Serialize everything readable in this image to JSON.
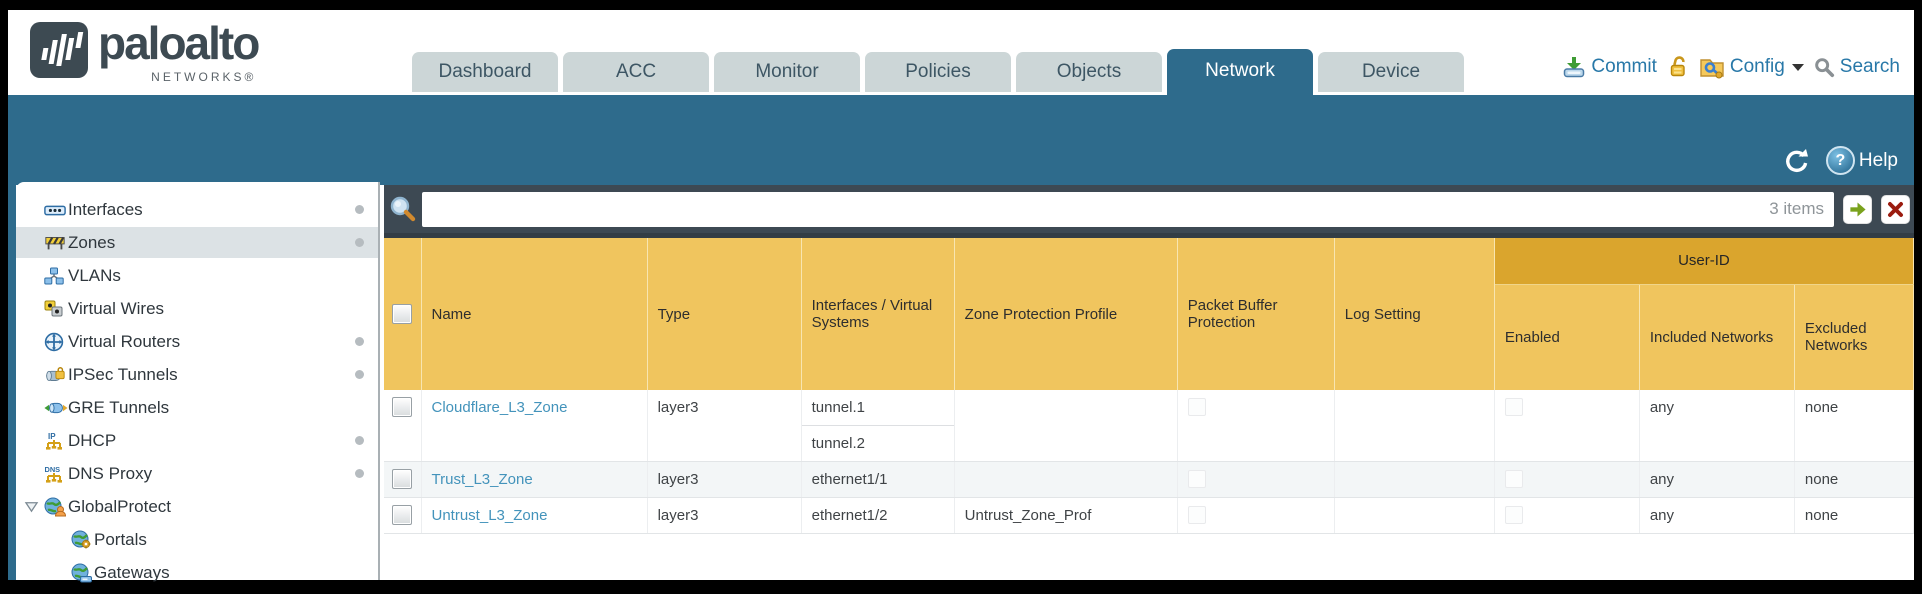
{
  "brand": {
    "name": "paloalto",
    "subtitle": "NETWORKS®"
  },
  "tabs": [
    {
      "label": "Dashboard",
      "active": false
    },
    {
      "label": "ACC",
      "active": false
    },
    {
      "label": "Monitor",
      "active": false
    },
    {
      "label": "Policies",
      "active": false
    },
    {
      "label": "Objects",
      "active": false
    },
    {
      "label": "Network",
      "active": true
    },
    {
      "label": "Device",
      "active": false
    }
  ],
  "header_actions": {
    "commit": "Commit",
    "config": "Config",
    "search": "Search"
  },
  "band": {
    "help": "Help"
  },
  "sidebar": [
    {
      "label": "Interfaces",
      "icon": "interfaces-icon",
      "dot": true,
      "selected": false,
      "indent": 0,
      "expander": false
    },
    {
      "label": "Zones",
      "icon": "zones-icon",
      "dot": true,
      "selected": true,
      "indent": 0,
      "expander": false
    },
    {
      "label": "VLANs",
      "icon": "vlans-icon",
      "dot": false,
      "selected": false,
      "indent": 0,
      "expander": false
    },
    {
      "label": "Virtual Wires",
      "icon": "virtual-wires-icon",
      "dot": false,
      "selected": false,
      "indent": 0,
      "expander": false
    },
    {
      "label": "Virtual Routers",
      "icon": "virtual-routers-icon",
      "dot": true,
      "selected": false,
      "indent": 0,
      "expander": false
    },
    {
      "label": "IPSec Tunnels",
      "icon": "ipsec-tunnels-icon",
      "dot": true,
      "selected": false,
      "indent": 0,
      "expander": false
    },
    {
      "label": "GRE Tunnels",
      "icon": "gre-tunnels-icon",
      "dot": false,
      "selected": false,
      "indent": 0,
      "expander": false
    },
    {
      "label": "DHCP",
      "icon": "dhcp-icon",
      "dot": true,
      "selected": false,
      "indent": 0,
      "expander": false
    },
    {
      "label": "DNS Proxy",
      "icon": "dns-proxy-icon",
      "dot": true,
      "selected": false,
      "indent": 0,
      "expander": false
    },
    {
      "label": "GlobalProtect",
      "icon": "globalprotect-icon",
      "dot": false,
      "selected": false,
      "indent": 0,
      "expander": true
    },
    {
      "label": "Portals",
      "icon": "portals-icon",
      "dot": false,
      "selected": false,
      "indent": 1,
      "expander": false
    },
    {
      "label": "Gateways",
      "icon": "gateways-icon",
      "dot": false,
      "selected": false,
      "indent": 1,
      "expander": false
    }
  ],
  "toolbar": {
    "filter_value": "",
    "items_count": "3 items"
  },
  "table": {
    "group_header": "User-ID",
    "columns": [
      "Name",
      "Type",
      "Interfaces / Virtual Systems",
      "Zone Protection Profile",
      "Packet Buffer Protection",
      "Log Setting",
      "Enabled",
      "Included Networks",
      "Excluded Networks"
    ],
    "rows": [
      {
        "name": "Cloudflare_L3_Zone",
        "type": "layer3",
        "interfaces": [
          "tunnel.1",
          "tunnel.2"
        ],
        "zone_protection_profile": "",
        "packet_buffer_protection": false,
        "log_setting": "",
        "user_id_enabled": false,
        "included_networks": "any",
        "excluded_networks": "none"
      },
      {
        "name": "Trust_L3_Zone",
        "type": "layer3",
        "interfaces": [
          "ethernet1/1"
        ],
        "zone_protection_profile": "",
        "packet_buffer_protection": false,
        "log_setting": "",
        "user_id_enabled": false,
        "included_networks": "any",
        "excluded_networks": "none"
      },
      {
        "name": "Untrust_L3_Zone",
        "type": "layer3",
        "interfaces": [
          "ethernet1/2"
        ],
        "zone_protection_profile": "Untrust_Zone_Prof",
        "packet_buffer_protection": false,
        "log_setting": "",
        "user_id_enabled": false,
        "included_networks": "any",
        "excluded_networks": "none"
      }
    ]
  },
  "colors": {
    "teal": "#2e6b8c",
    "header_gold": "#f0c55e",
    "group_gold": "#daa52d",
    "filter_strip": "#3d4953",
    "link_blue": "#4393bb"
  }
}
